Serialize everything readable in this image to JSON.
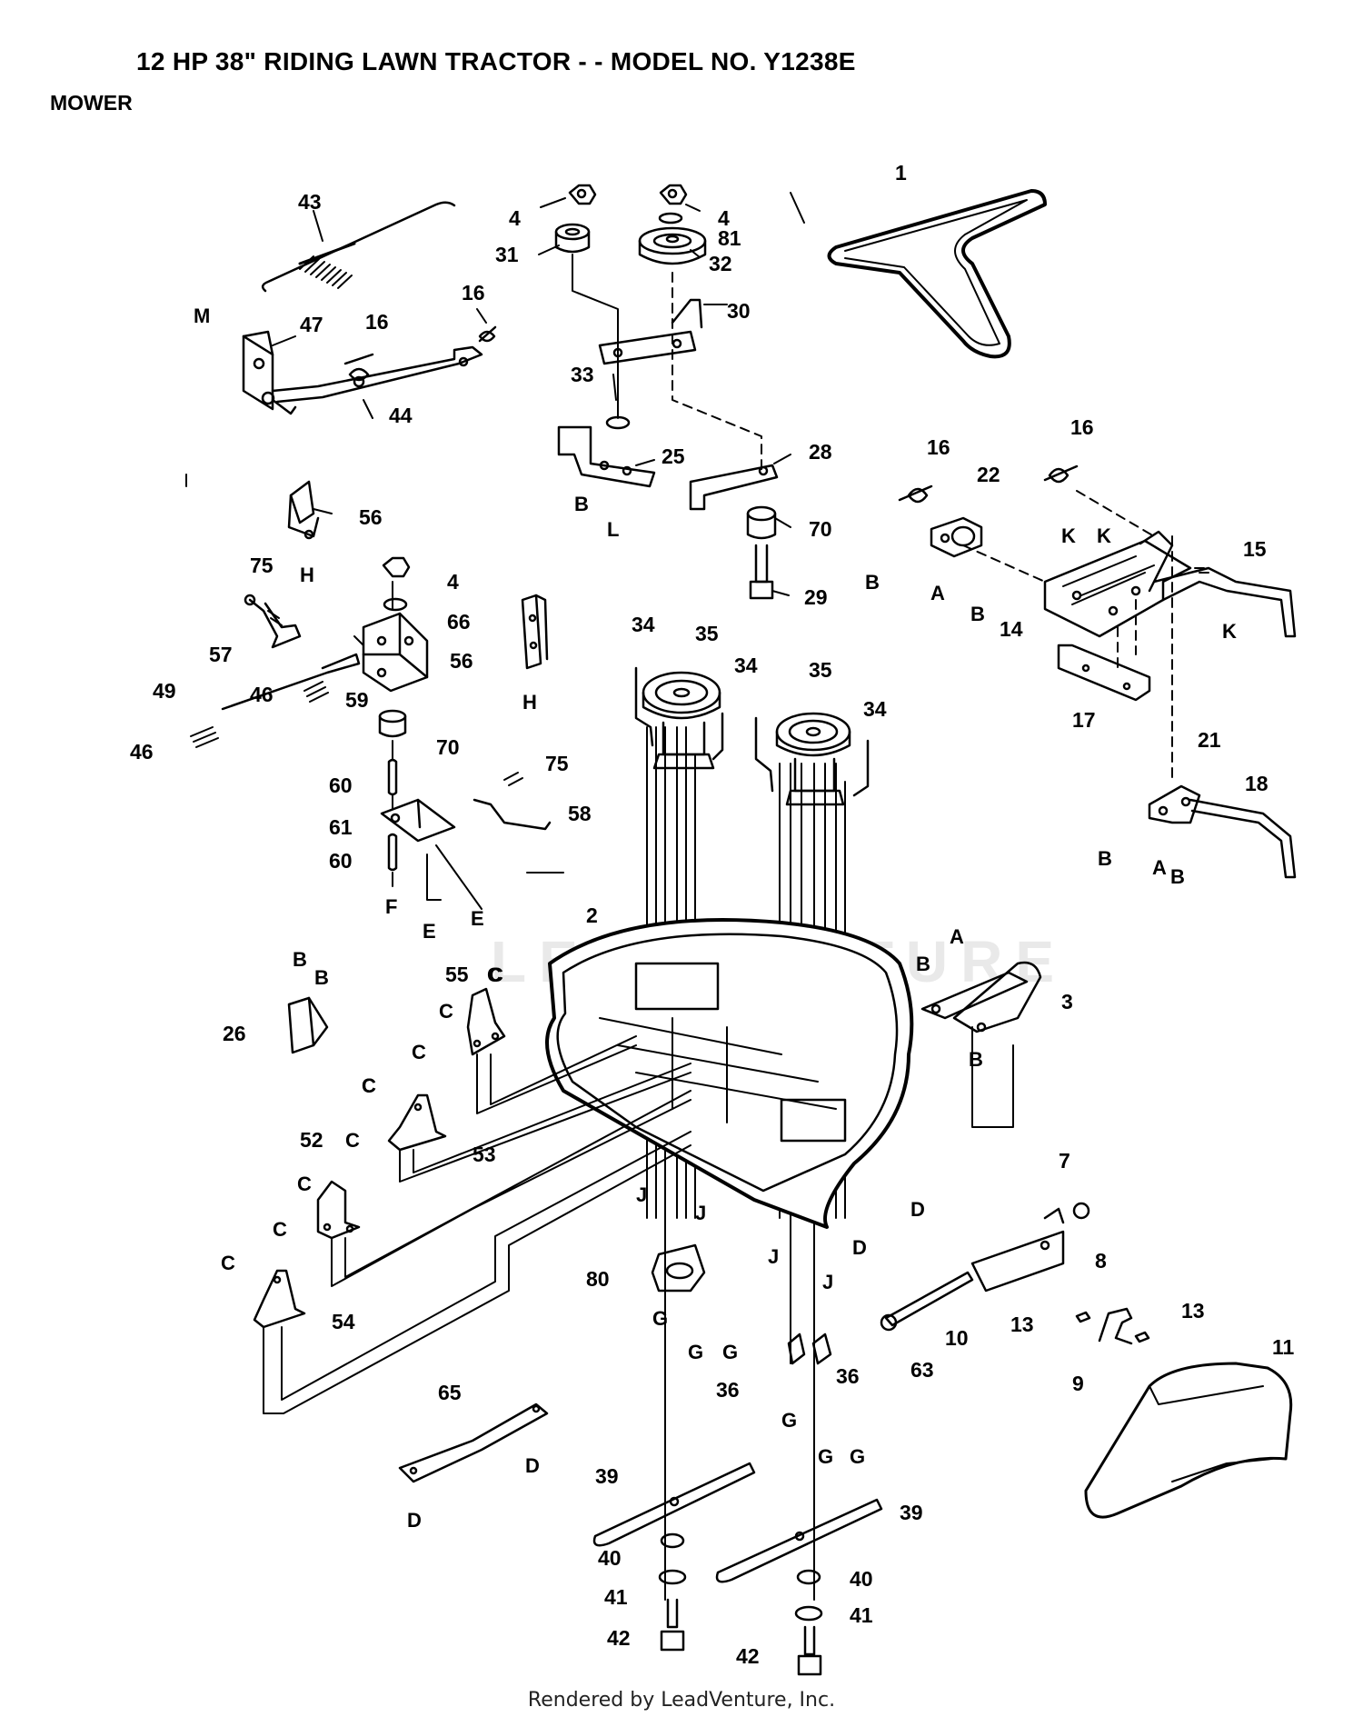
{
  "header": {
    "title": "12 HP 38\" RIDING LAWN TRACTOR - - MODEL NO. Y1238E",
    "subtitle": "MOWER"
  },
  "footer": {
    "text": "Rendered by LeadVenture, Inc."
  },
  "watermark": {
    "text": "LEADVENTURE"
  },
  "part_labels": [
    "1",
    "2",
    "3",
    "4",
    "4",
    "4",
    "7",
    "8",
    "9",
    "10",
    "11",
    "13",
    "13",
    "14",
    "15",
    "16",
    "16",
    "16",
    "16",
    "17",
    "18",
    "21",
    "22",
    "25",
    "26",
    "28",
    "29",
    "30",
    "31",
    "32",
    "33",
    "34",
    "34",
    "34",
    "35",
    "35",
    "36",
    "36",
    "39",
    "39",
    "40",
    "40",
    "41",
    "41",
    "42",
    "42",
    "43",
    "44",
    "46",
    "46",
    "47",
    "49",
    "52",
    "53",
    "54",
    "55",
    "56",
    "56",
    "57",
    "58",
    "59",
    "60",
    "60",
    "61",
    "63",
    "65",
    "66",
    "70",
    "70",
    "75",
    "75",
    "80",
    "81"
  ],
  "ref_letters": [
    "A",
    "A",
    "A",
    "B",
    "B",
    "B",
    "B",
    "B",
    "B",
    "B",
    "B",
    "B",
    "C",
    "C",
    "C",
    "C",
    "C",
    "C",
    "C",
    "C",
    "C",
    "C",
    "D",
    "D",
    "D",
    "D",
    "E",
    "E",
    "F",
    "G",
    "G",
    "G",
    "G",
    "G",
    "G",
    "H",
    "H",
    "J",
    "J",
    "J",
    "J",
    "K",
    "K",
    "K",
    "L",
    "M"
  ]
}
